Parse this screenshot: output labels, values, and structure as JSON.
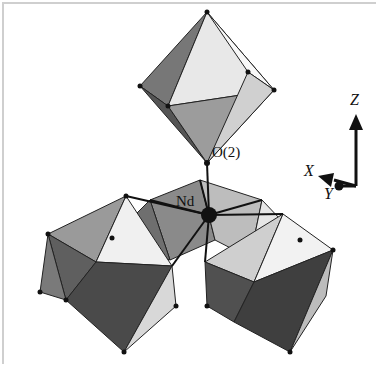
{
  "diagram": {
    "labels": [
      "O(2)",
      "Nd",
      "Z",
      "X",
      "Y"
    ]
  }
}
